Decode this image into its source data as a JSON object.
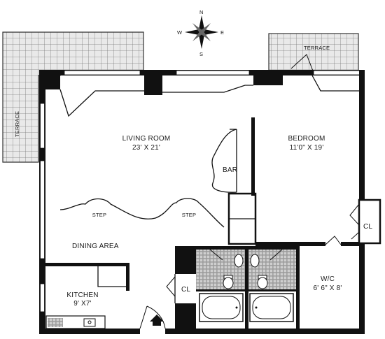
{
  "compass": {
    "n": "N",
    "e": "E",
    "s": "S",
    "w": "W"
  },
  "rooms": {
    "living_room": {
      "name": "LIVING ROOM",
      "size": "23' X 21'"
    },
    "bedroom": {
      "name": "BEDROOM",
      "size": "11'0\" X 19'"
    },
    "kitchen": {
      "name": "KITCHEN",
      "size": "9' X7'"
    },
    "wc": {
      "name": "W/C",
      "size": "6' 6\" X 8'"
    },
    "dining_area": {
      "name": "DINING AREA"
    },
    "bar": {
      "name": "BAR"
    }
  },
  "terraces": {
    "west": "TERRACE",
    "north": "TERRACE"
  },
  "steps": {
    "left": "STEP",
    "right": "STEP"
  },
  "closets": {
    "bedroom": "CL",
    "hall": "CL"
  },
  "colors": {
    "wall": "#111111",
    "tile": "#cfcfcf",
    "paper": "#ffffff"
  }
}
